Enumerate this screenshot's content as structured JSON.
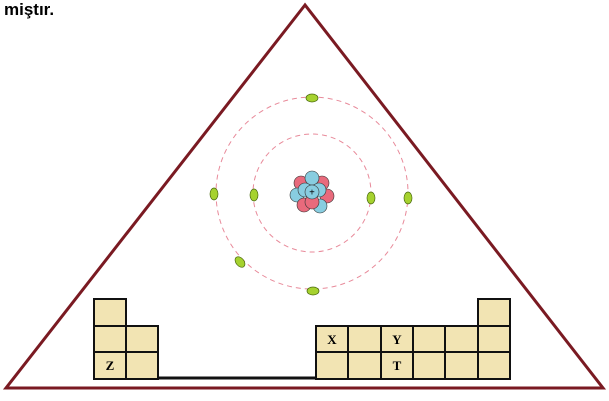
{
  "caption": "miştır.",
  "colors": {
    "triangle": "#7a1a22",
    "cell_fill": "#f2e4b3",
    "proton": "#88cde0",
    "neutron": "#e86a7c",
    "electron": "#a6d22f",
    "orbit": "#e88a9a"
  },
  "labels": {
    "x": "X",
    "y": "Y",
    "z": "Z",
    "t": "T"
  },
  "nucleus_sign": "+"
}
